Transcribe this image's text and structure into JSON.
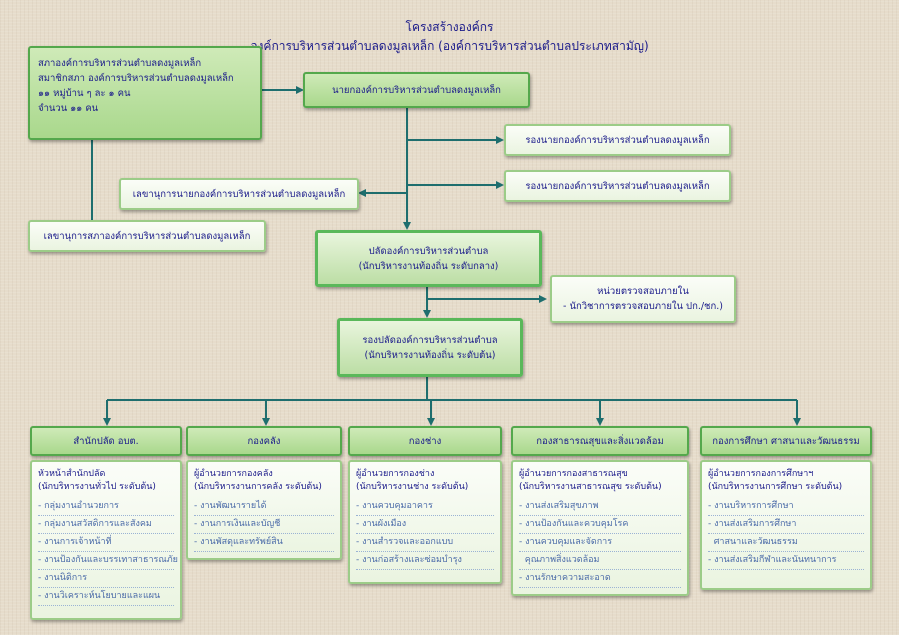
{
  "title": {
    "line1": "โครงสร้างองค์กร",
    "line2": "องค์การบริหารส่วนตำบลดงมูลเหล็ก (องค์การบริหารส่วนตำบลประเภทสามัญ)"
  },
  "council": {
    "lines": [
      "สภาองค์การบริหารส่วนตำบลดงมูลเหล็ก",
      "สมาชิกสภา องค์การบริหารส่วนตำบลดงมูลเหล็ก",
      "๑๑ หมู่บ้าน ๆ ละ ๑ คน",
      "จำนวน ๑๑ คน"
    ]
  },
  "mayor": "นายกองค์การบริหารส่วนตำบลดงมูลเหล็ก",
  "deputy_mayors": [
    "รองนายกองค์การบริหารส่วนตำบลดงมูลเหล็ก",
    "รองนายกองค์การบริหารส่วนตำบลดงมูลเหล็ก"
  ],
  "mayor_secretary": "เลขานุการนายกองค์การบริหารส่วนตำบลดงมูลเหล็ก",
  "council_secretary": "เลขานุการสภาองค์การบริหารส่วนตำบลดงมูลเหล็ก",
  "chief_admin": {
    "line1": "ปลัดองค์การบริหารส่วนตำบล",
    "line2": "(นักบริหารงานท้องถิ่น ระดับกลาง)"
  },
  "audit": {
    "line1": "หน่วยตรวจสอบภายใน",
    "line2": "- นักวิชาการตรวจสอบภายใน ปก./ชก.)"
  },
  "deputy_chief": {
    "line1": "รองปลัดองค์การบริหารส่วนตำบล",
    "line2": "(นักบริหารงานท้องถิ่น ระดับต้น)"
  },
  "departments": [
    {
      "name": "สำนักปลัด อบต.",
      "chief": [
        "หัวหน้าสำนักปลัด",
        "(นักบริหารงานทั่วไป ระดับต้น)"
      ],
      "items": [
        "- กลุ่มงานอำนวยการ",
        "- กลุ่มงานสวัสดิการและสังคม",
        "- งานการเจ้าหน้าที่",
        "- งานป้องกันและบรรเทาสาธารณภัย",
        "- งานนิติการ",
        "- งานวิเคราะห์นโยบายและแผน"
      ]
    },
    {
      "name": "กองคลัง",
      "chief": [
        "ผู้อำนวยการกองคลัง",
        "(นักบริหารงานการคลัง ระดับต้น)"
      ],
      "items": [
        "- งานพัฒนารายได้",
        "- งานการเงินและบัญชี",
        "- งานพัสดุและทรัพย์สิน"
      ]
    },
    {
      "name": "กองช่าง",
      "chief": [
        "ผู้อำนวยการกองช่าง",
        "(นักบริหารงานช่าง ระดับต้น)"
      ],
      "items": [
        "- งานควบคุมอาคาร",
        "- งานผังเมือง",
        "- งานสำรวจและออกแบบ",
        "- งานก่อสร้างและซ่อมบำรุง"
      ]
    },
    {
      "name": "กองสาธารณสุขและสิ่งแวดล้อม",
      "chief": [
        "ผู้อำนวยการกองสาธารณสุข",
        "(นักบริหารงานสาธารณสุข ระดับต้น)"
      ],
      "items": [
        "- งานส่งเสริมสุขภาพ",
        "- งานป้องกันและควบคุมโรค",
        "- งานควบคุมและจัดการ",
        "  คุณภาพสิ่งแวดล้อม",
        "- งานรักษาความสะอาด"
      ]
    },
    {
      "name": "กองการศึกษา ศาสนาและวัฒนธรรม",
      "chief": [
        "ผู้อำนวยการกองการศึกษาฯ",
        "(นักบริหารงานการศึกษา ระดับต้น)"
      ],
      "items": [
        "- งานบริหารการศึกษา",
        "- งานส่งเสริมการศึกษา",
        "  ศาสนาและวัฒนธรรม",
        "- งานส่งเสริมกีฬาและนันทนาการ"
      ]
    }
  ]
}
